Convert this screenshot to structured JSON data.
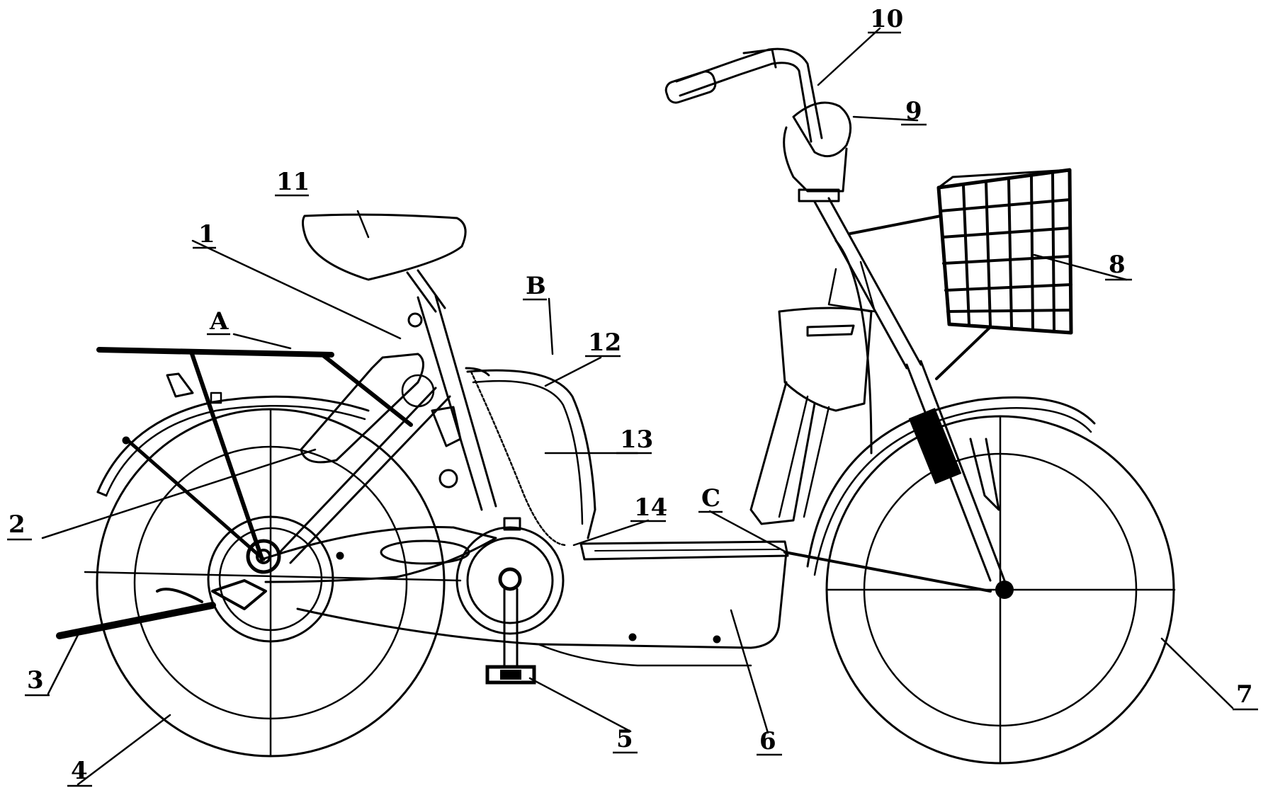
{
  "diagram": {
    "labels": {
      "l1": "1",
      "l2": "2",
      "l3": "3",
      "l4": "4",
      "l5": "5",
      "l6": "6",
      "l7": "7",
      "l8": "8",
      "l9": "9",
      "l10": "10",
      "l11": "11",
      "l12": "12",
      "l13": "13",
      "l14": "14",
      "lA": "A",
      "lB": "B",
      "lC": "C"
    }
  }
}
